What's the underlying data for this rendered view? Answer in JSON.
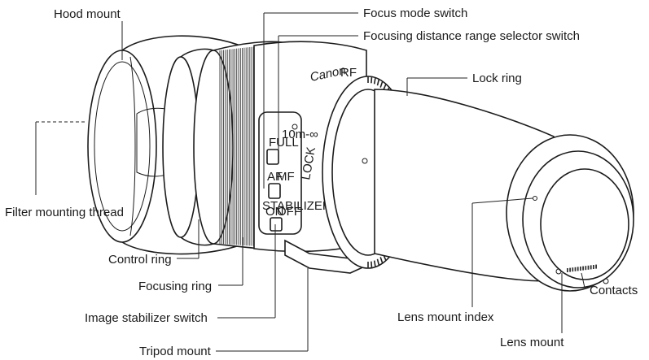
{
  "labels": {
    "hood_mount": "Hood mount",
    "filter_mounting_thread": "Filter mounting thread",
    "control_ring": "Control ring",
    "focusing_ring": "Focusing ring",
    "image_stabilizer_switch": "Image stabilizer switch",
    "tripod_mount": "Tripod mount",
    "focus_mode_switch": "Focus mode switch",
    "focusing_distance_range_selector_switch": "Focusing distance range selector switch",
    "lock_ring": "Lock ring",
    "lens_mount_index": "Lens mount index",
    "contacts": "Contacts",
    "lens_mount": "Lens mount"
  },
  "lens_markings": {
    "brand": "Canon",
    "model": "RF",
    "lock": "LOCK",
    "focus_af": "AF",
    "focus_mf": "MF",
    "range_full": "FULL",
    "range_limit": "10m-∞",
    "stabilizer_header": "STABILIZER",
    "stabilizer_on": "ON",
    "stabilizer_off": "OFF"
  }
}
